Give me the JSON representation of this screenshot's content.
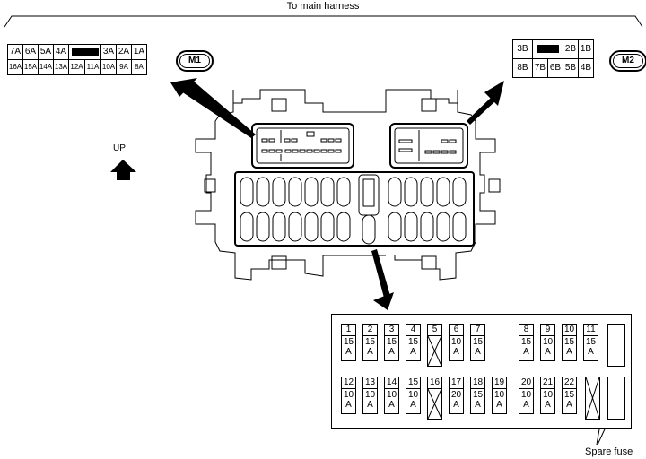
{
  "diagram": {
    "title": "To main harness",
    "orientation_label": "UP",
    "connectors": {
      "M1": {
        "label": "M1",
        "top_row": [
          "7A",
          "6A",
          "5A",
          "4A",
          "",
          "3A",
          "2A",
          "1A"
        ],
        "bottom_row": [
          "16A",
          "15A",
          "14A",
          "13A",
          "12A",
          "11A",
          "10A",
          "9A",
          "8A"
        ]
      },
      "M2": {
        "label": "M2",
        "top_row": [
          "3B",
          "",
          "2B",
          "1B"
        ],
        "bottom_row": [
          "8B",
          "7B",
          "6B",
          "5B",
          "4B"
        ]
      }
    },
    "fuses_top": [
      {
        "num": "1",
        "amps": "15",
        "unit": "A"
      },
      {
        "num": "2",
        "amps": "15",
        "unit": "A"
      },
      {
        "num": "3",
        "amps": "15",
        "unit": "A"
      },
      {
        "num": "4",
        "amps": "15",
        "unit": "A"
      },
      {
        "num": "5",
        "amps": "",
        "unit": "",
        "empty": true
      },
      {
        "num": "6",
        "amps": "10",
        "unit": "A"
      },
      {
        "num": "7",
        "amps": "15",
        "unit": "A"
      },
      {
        "num": "8",
        "amps": "15",
        "unit": "A"
      },
      {
        "num": "9",
        "amps": "10",
        "unit": "A"
      },
      {
        "num": "10",
        "amps": "15",
        "unit": "A"
      },
      {
        "num": "11",
        "amps": "15",
        "unit": "A"
      }
    ],
    "fuses_bottom": [
      {
        "num": "12",
        "amps": "10",
        "unit": "A"
      },
      {
        "num": "13",
        "amps": "10",
        "unit": "A"
      },
      {
        "num": "14",
        "amps": "10",
        "unit": "A"
      },
      {
        "num": "15",
        "amps": "10",
        "unit": "A"
      },
      {
        "num": "16",
        "amps": "",
        "unit": "",
        "empty": true
      },
      {
        "num": "17",
        "amps": "20",
        "unit": "A"
      },
      {
        "num": "18",
        "amps": "15",
        "unit": "A"
      },
      {
        "num": "19",
        "amps": "10",
        "unit": "A"
      },
      {
        "num": "20",
        "amps": "10",
        "unit": "A"
      },
      {
        "num": "21",
        "amps": "10",
        "unit": "A"
      },
      {
        "num": "22",
        "amps": "15",
        "unit": "A"
      }
    ],
    "spare_fuse_label": "Spare fuse"
  }
}
